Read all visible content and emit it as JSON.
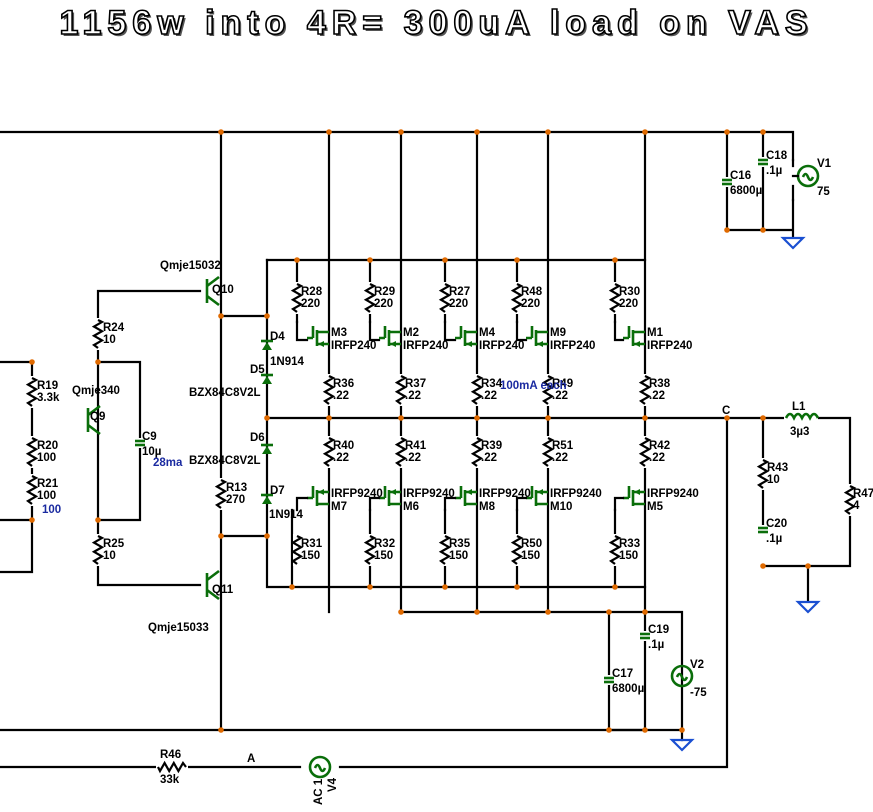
{
  "title": "1156w into 4R= 300uA load on VAS",
  "notes": {
    "vas_current": "28ma",
    "bias_current": "100mA each",
    "r21_value": "100"
  },
  "nets": {
    "c": "C",
    "a": "A"
  },
  "resistors": {
    "R24": [
      "R24",
      "10"
    ],
    "R19": [
      "R19",
      "3.3k"
    ],
    "R20": [
      "R20",
      "100"
    ],
    "R21": [
      "R21",
      "100"
    ],
    "R25": [
      "R25",
      "10"
    ],
    "R13": [
      "R13",
      "270"
    ],
    "R28": [
      "R28",
      "220"
    ],
    "R29": [
      "R29",
      "220"
    ],
    "R27": [
      "R27",
      "220"
    ],
    "R48": [
      "R48",
      "220"
    ],
    "R30": [
      "R30",
      "220"
    ],
    "R36": [
      "R36",
      ".22"
    ],
    "R37": [
      "R37",
      ".22"
    ],
    "R34": [
      "R34",
      ".22"
    ],
    "R49": [
      "R49",
      ".22"
    ],
    "R38": [
      "R38",
      ".22"
    ],
    "R40": [
      "R40",
      ".22"
    ],
    "R41": [
      "R41",
      ".22"
    ],
    "R39": [
      "R39",
      ".22"
    ],
    "R51": [
      "R51",
      ".22"
    ],
    "R42": [
      "R42",
      ".22"
    ],
    "R31": [
      "R31",
      "150"
    ],
    "R32": [
      "R32",
      "150"
    ],
    "R35": [
      "R35",
      "150"
    ],
    "R50": [
      "R50",
      "150"
    ],
    "R33": [
      "R33",
      "150"
    ],
    "R43": [
      "R43",
      "10"
    ],
    "R47": [
      "R47",
      "4"
    ],
    "R46": [
      "R46",
      "33k"
    ]
  },
  "capacitors": {
    "C9": [
      "C9",
      "10µ"
    ],
    "C16": [
      "C16",
      "6800µ"
    ],
    "C18": [
      "C18",
      ".1µ"
    ],
    "C20": [
      "C20",
      ".1µ"
    ],
    "C17": [
      "C17",
      "6800µ"
    ],
    "C19": [
      "C19",
      ".1µ"
    ]
  },
  "inductor": [
    "L1",
    "3µ3"
  ],
  "sources": {
    "V1": [
      "V1",
      "75"
    ],
    "V2": [
      "V2",
      "-75"
    ],
    "V4": [
      "V4",
      "AC 1"
    ]
  },
  "transistors": {
    "Q10": [
      "Q10",
      "Qmje15032"
    ],
    "Q9": [
      "Q9",
      "Qmje340"
    ],
    "Q11": [
      "Q11",
      "Qmje15033"
    ]
  },
  "diodes": {
    "D4": [
      "D4",
      "1N914"
    ],
    "D5": [
      "D5",
      "BZX84C8V2L"
    ],
    "D6": [
      "D6",
      "BZX84C8V2L"
    ],
    "D7": [
      "D7",
      "1N914"
    ]
  },
  "mosfets_n": [
    [
      "M3",
      "IRFP240"
    ],
    [
      "M2",
      "IRFP240"
    ],
    [
      "M4",
      "IRFP240"
    ],
    [
      "M9",
      "IRFP240"
    ],
    [
      "M1",
      "IRFP240"
    ]
  ],
  "mosfets_p": [
    [
      "M7",
      "IRFP9240"
    ],
    [
      "M6",
      "IRFP9240"
    ],
    [
      "M8",
      "IRFP9240"
    ],
    [
      "M10",
      "IRFP9240"
    ],
    [
      "M5",
      "IRFP9240"
    ]
  ],
  "colors": {
    "wire": "#000000",
    "component": "#0a6e0a",
    "node": "#e06a00",
    "ground": "#1a4fd1",
    "note": "#1a2aa0"
  }
}
